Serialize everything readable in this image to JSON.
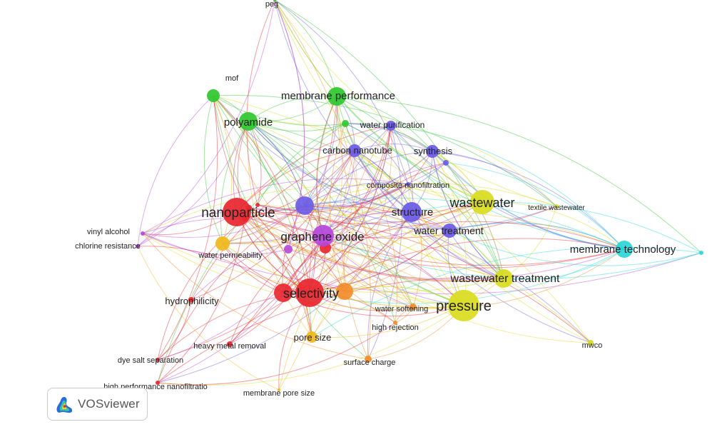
{
  "app": {
    "name": "VOSviewer"
  },
  "network": {
    "clusters": [
      {
        "id": 1,
        "color": "#e8252e"
      },
      {
        "id": 2,
        "color": "#2ec82e"
      },
      {
        "id": 3,
        "color": "#6a5ae6"
      },
      {
        "id": 4,
        "color": "#d9dc1e"
      },
      {
        "id": 5,
        "color": "#b646dc"
      },
      {
        "id": 6,
        "color": "#2ad6d6"
      },
      {
        "id": 7,
        "color": "#f28c28"
      },
      {
        "id": 8,
        "color": "#f0b81c"
      }
    ],
    "nodes": [
      {
        "label": "peg",
        "cluster": 2
      },
      {
        "label": "mof",
        "cluster": 2
      },
      {
        "label": "membrane performance",
        "cluster": 2
      },
      {
        "label": "polyamide",
        "cluster": 2
      },
      {
        "label": "water purification",
        "cluster": 3
      },
      {
        "label": "carbon nanotube",
        "cluster": 3
      },
      {
        "label": "synthesis",
        "cluster": 3
      },
      {
        "label": "composite nanofiltration",
        "cluster": 3
      },
      {
        "label": "nanoparticle",
        "cluster": 1
      },
      {
        "label": "structure",
        "cluster": 3
      },
      {
        "label": "wastewater",
        "cluster": 4
      },
      {
        "label": "textile wastewater",
        "cluster": 4
      },
      {
        "label": "vinyl alcohol",
        "cluster": 5
      },
      {
        "label": "chlorine resistance",
        "cluster": 5
      },
      {
        "label": "graphene oxide",
        "cluster": 5
      },
      {
        "label": "water treatment",
        "cluster": 3
      },
      {
        "label": "membrane technology",
        "cluster": 6
      },
      {
        "label": "water permeability",
        "cluster": 8
      },
      {
        "label": "wastewater treatment",
        "cluster": 4
      },
      {
        "label": "selectivity",
        "cluster": 1
      },
      {
        "label": "hydrophilicity",
        "cluster": 1
      },
      {
        "label": "pressure",
        "cluster": 4
      },
      {
        "label": "water softening",
        "cluster": 7
      },
      {
        "label": "high rejection",
        "cluster": 7
      },
      {
        "label": "pore size",
        "cluster": 8
      },
      {
        "label": "heavy metal removal",
        "cluster": 1
      },
      {
        "label": "dye salt separation",
        "cluster": 1
      },
      {
        "label": "surface charge",
        "cluster": 7
      },
      {
        "label": "mwco",
        "cluster": 4
      },
      {
        "label": "high performance nanofiltratio",
        "cluster": 1
      },
      {
        "label": "membrane pore size",
        "cluster": 8
      }
    ]
  }
}
